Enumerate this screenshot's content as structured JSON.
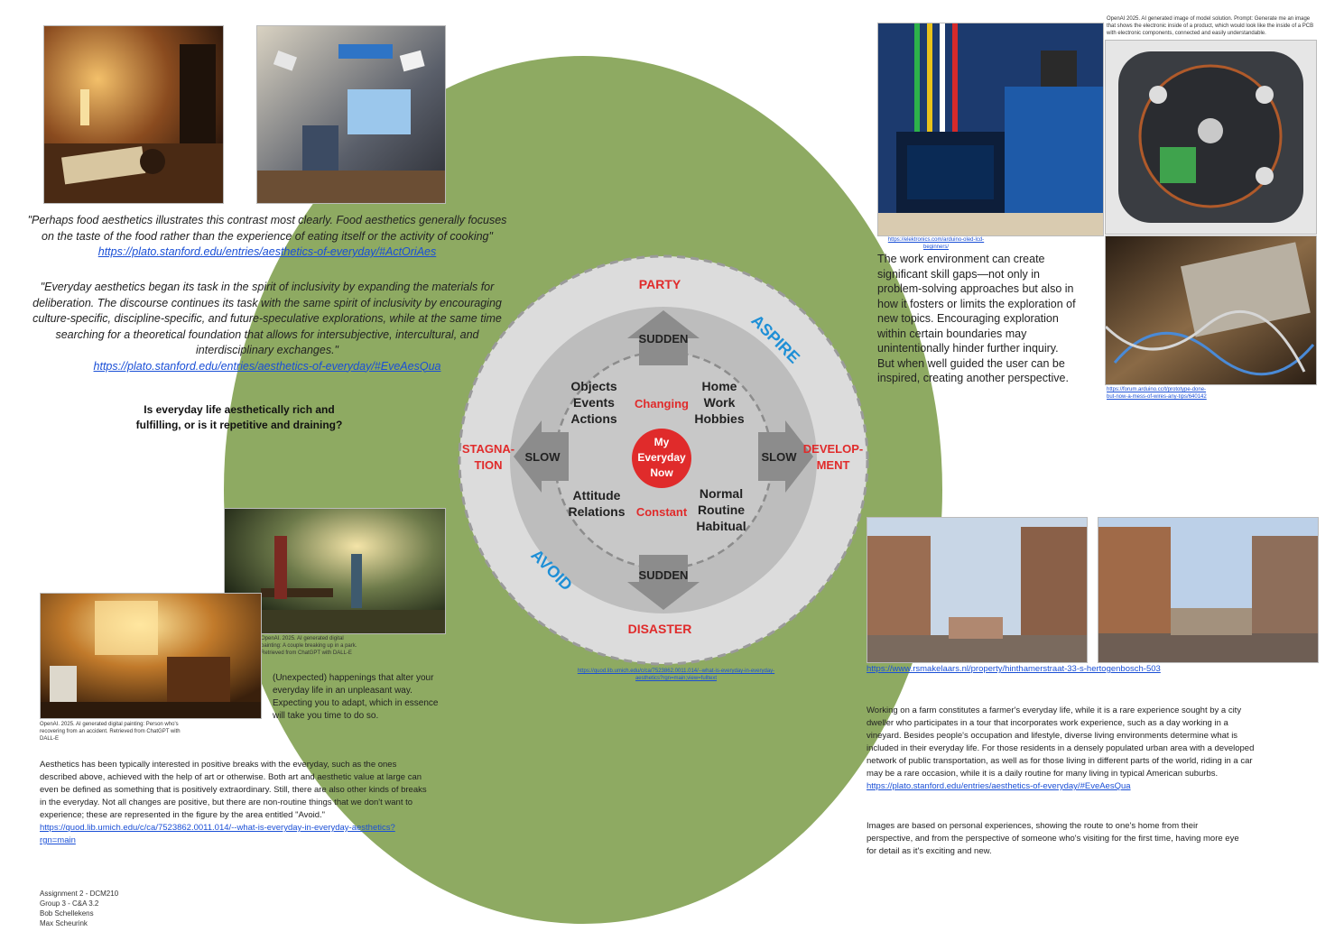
{
  "quotes": {
    "food": "\"Perhaps food aesthetics illustrates this contrast most clearly. Food aesthetics generally focuses on the taste of the food rather than the experience of eating itself or the activity of cooking\"",
    "food_link": "https://plato.stanford.edu/entries/aesthetics-of-everyday/#ActOriAes",
    "inclusivity": "\"Everyday aesthetics began its task in the spirit of inclusivity by expanding the materials for deliberation. The discourse continues its task with the same spirit of inclusivity by encouraging culture-specific, discipline-specific, and future-speculative explorations, while at the same time searching for a theoretical foundation that allows for intersubjective, intercultural, and interdisciplinary exchanges.\"",
    "inclusivity_link": "https://plato.stanford.edu/entries/aesthetics-of-everyday/#EveAesQua"
  },
  "question": "Is everyday life aesthetically rich and fulfilling, or is it repetitive and draining?",
  "diagram": {
    "party": "PARTY",
    "disaster": "DISASTER",
    "stagnation_1": "STAGNA-",
    "stagnation_2": "TION",
    "development_1": "DEVELOP-",
    "development_2": "MENT",
    "aspire": "ASPIRE",
    "avoid": "AVOID",
    "sudden_top": "SUDDEN",
    "sudden_bottom": "SUDDEN",
    "slow_left": "SLOW",
    "slow_right": "SLOW",
    "changing": "Changing",
    "constant": "Constant",
    "q_top_left": [
      "Objects",
      "Events",
      "Actions"
    ],
    "q_top_right": [
      "Home",
      "Work",
      "Hobbies"
    ],
    "q_bottom_left": [
      "Attitude",
      "Relations"
    ],
    "q_bottom_right": [
      "Normal",
      "Routine",
      "Habitual"
    ],
    "center": [
      "My",
      "Everyday",
      "Now"
    ],
    "source_1": "https://quod.lib.umich.edu/c/ca/7523862.0011.014/--what-is-everyday-in-everyday-",
    "source_2": "aesthetics?rgn=main;view=fulltext"
  },
  "captions": {
    "breakup": "OpenAI. 2025. AI generated digital painting: A couple breaking up in a park. Retrieved from ChatGPT with DALL-E",
    "recovering": "OpenAI. 2025. AI generated digital painting: Person who's recovering from an accident. Retrieved from ChatGPT with DALL-E",
    "arduino_link": "https://elektronics.com/arduino-oled-lcd-beginners/",
    "pcb": "OpenAI 2025. AI generated image of model solution. Prompt: Generate me an image that shows the electronic inside of a product, which would look like the inside of a PCB with electronic components, connected and easily understandable.",
    "wires_link": "https://forum.arduino.cc/t/prototype-done-but-now-a-mess-of-wires-any-tips/640142"
  },
  "texts": {
    "avoid_happenings": "(Unexpected) happenings that alter your everyday life in an unpleasant way. Expecting you to adapt, which in essence will take you time to do so.",
    "work_env": "The work environment can create significant skill gaps—not only in problem-solving approaches but also in how it fosters or limits the exploration of new topics. Encouraging exploration within certain boundaries may unintentionally hinder further inquiry. But when well guided the user can be inspired, creating another perspective.",
    "breaks": "Aesthetics has been typically interested in positive breaks with the everyday, such as the ones described above, achieved with the help of art or otherwise. Both art and aesthetic value at large can even be defined as something that is positively extraordinary. Still, there are also other kinds of breaks in the everyday. Not all changes are positive, but there are non-routine things that we don't want to experience; these are represented in the figure by the area entitled \"Avoid.\"",
    "breaks_link": "https://quod.lib.umich.edu/c/ca/7523862.0011.014/--what-is-everyday-in-everyday-aesthetics?rgn=main",
    "street_link": "https://www.rsmakelaars.nl/property/hinthamerstraat-33-s-hertogenbosch-503",
    "farm": "Working on a farm constitutes a farmer's everyday life, while it is a rare experience sought by a city dweller who participates in a tour that incorporates work experience, such as a day working in a vineyard. Besides people's occupation and lifestyle, diverse living environments determine what is included in their everyday life. For those residents in a densely populated urban area with a developed network of public transportation, as well as for those living in different parts of the world, riding in a car may be a rare occasion, while it is a daily routine for many living in typical American suburbs.",
    "farm_link": "https://plato.stanford.edu/entries/aesthetics-of-everyday/#EveAesQua",
    "images_note": "Images are based on personal experiences, showing the route to one's home from their perspective, and from the perspective of someone who's visiting for the first time, having more eye for detail as it's exciting and new."
  },
  "credits": [
    "Assignment 2 - DCM210",
    "Group 3 - C&A 3.2",
    "Bob Schellekens",
    "Max Scheurink"
  ],
  "colors": {
    "green": "#8eaa62",
    "red": "#e02b2b",
    "blue": "#1e8fd6",
    "grey_dark": "#8c8c8c",
    "grey_mid": "#bdbdbd",
    "grey_light": "#dcdcdc"
  }
}
